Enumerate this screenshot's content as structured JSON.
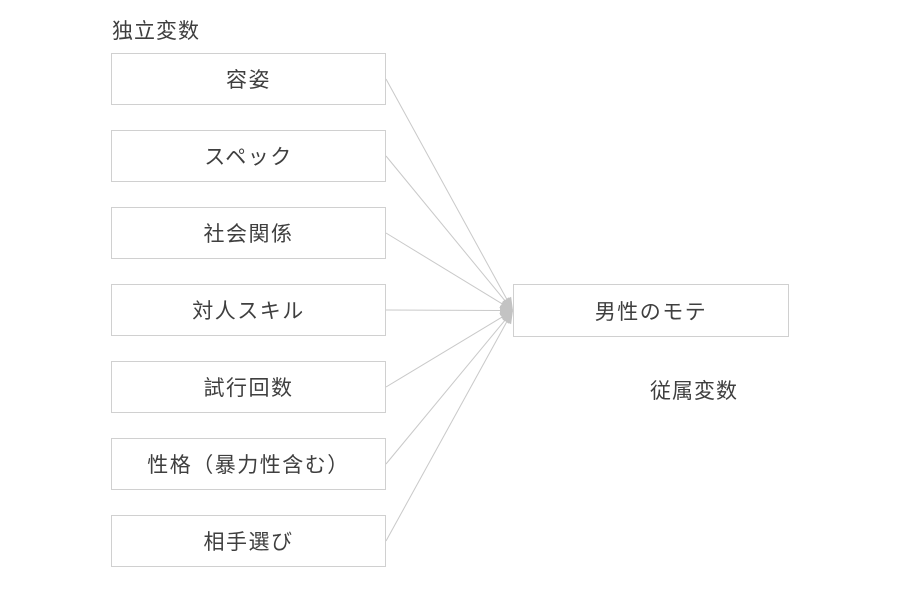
{
  "diagram": {
    "independent_label": "独立変数",
    "dependent_label": "従属変数",
    "independent_variables": [
      {
        "label": "容姿"
      },
      {
        "label": "スペック"
      },
      {
        "label": "社会関係"
      },
      {
        "label": "対人スキル"
      },
      {
        "label": "試行回数"
      },
      {
        "label": "性格（暴力性含む）"
      },
      {
        "label": "相手選び"
      }
    ],
    "dependent_variable": {
      "label": "男性のモテ"
    },
    "colors": {
      "background": "#ffffff",
      "box_border": "#d0d0d0",
      "connector_line": "#c9c9c9",
      "arrowhead_fill": "#c3c3c3",
      "text": "#3f3f3f"
    }
  }
}
